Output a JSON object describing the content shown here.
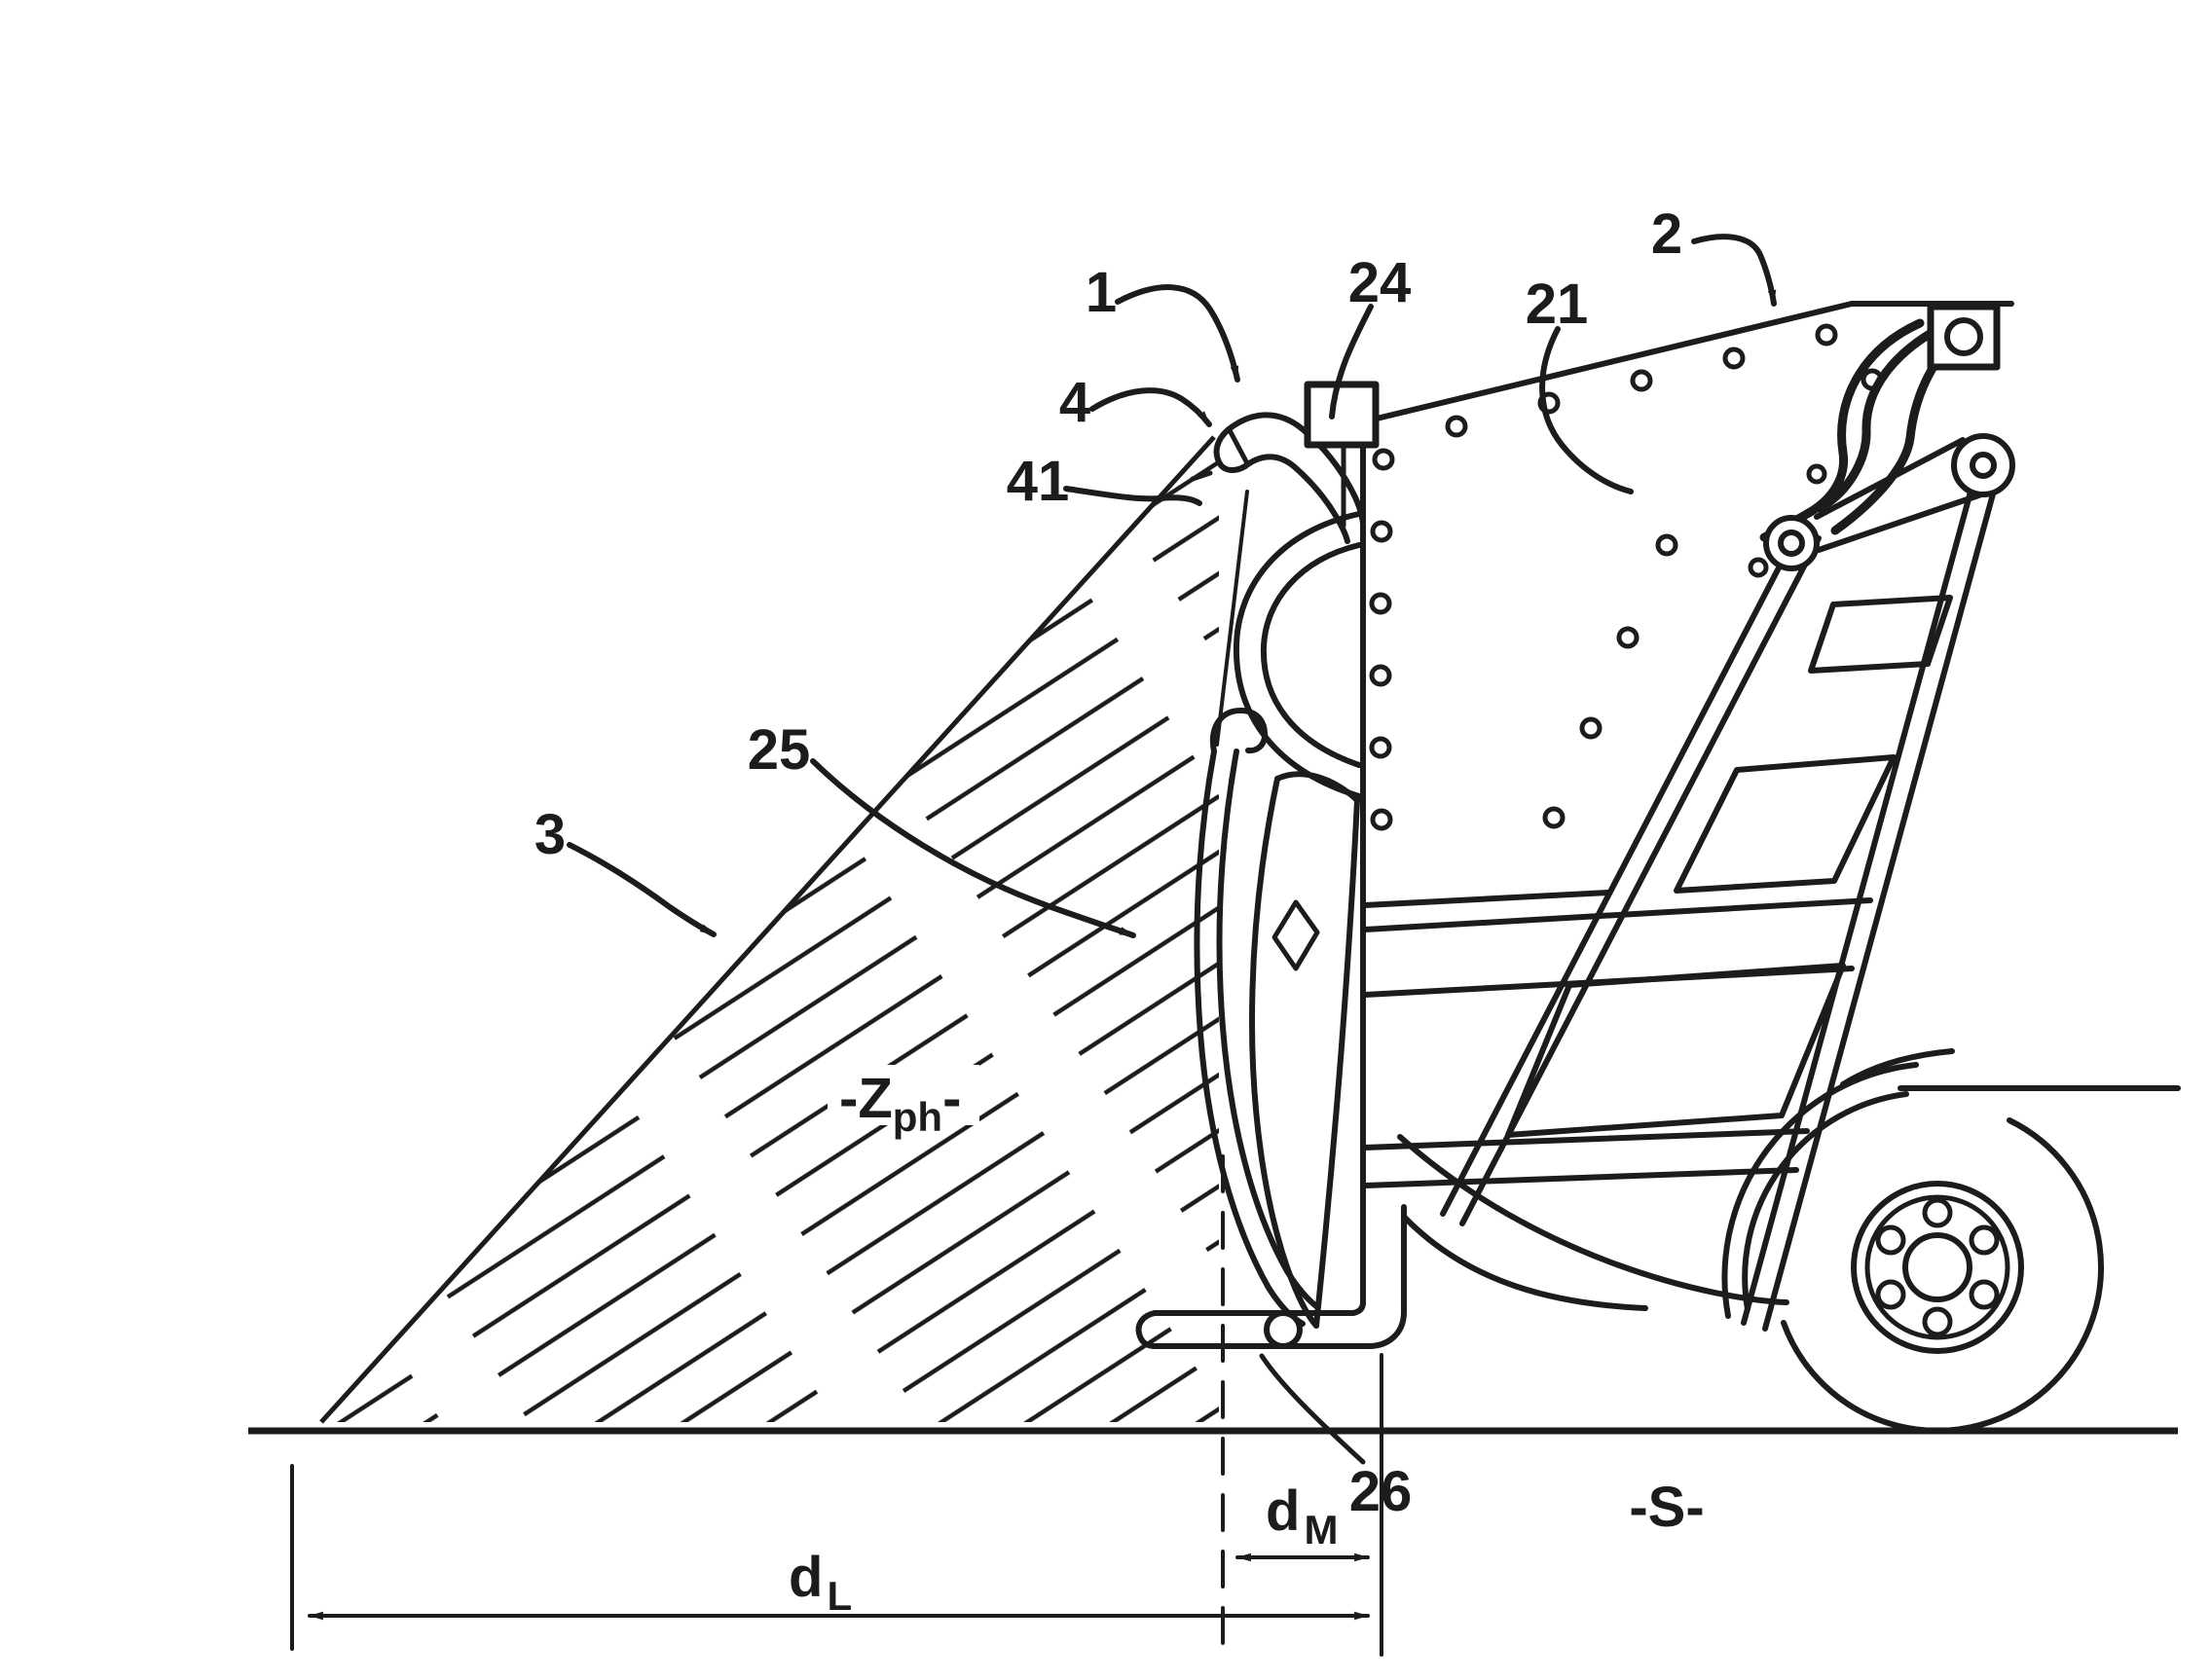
{
  "figure": {
    "background": "#ffffff",
    "ink": "#1c1c1c",
    "reference_numerals": {
      "n1": "1",
      "n2": "2",
      "n3": "3",
      "n4": "4",
      "n21": "21",
      "n24": "24",
      "n25": "25",
      "n26": "26",
      "n41": "41"
    },
    "annotations": {
      "zone_prefix": "-Z",
      "zone_sub": "ph",
      "zone_suffix": "-",
      "dim_l_main": "d",
      "dim_l_sub": "L",
      "dim_m_main": "d",
      "dim_m_sub": "M",
      "soil": "-S-"
    }
  }
}
